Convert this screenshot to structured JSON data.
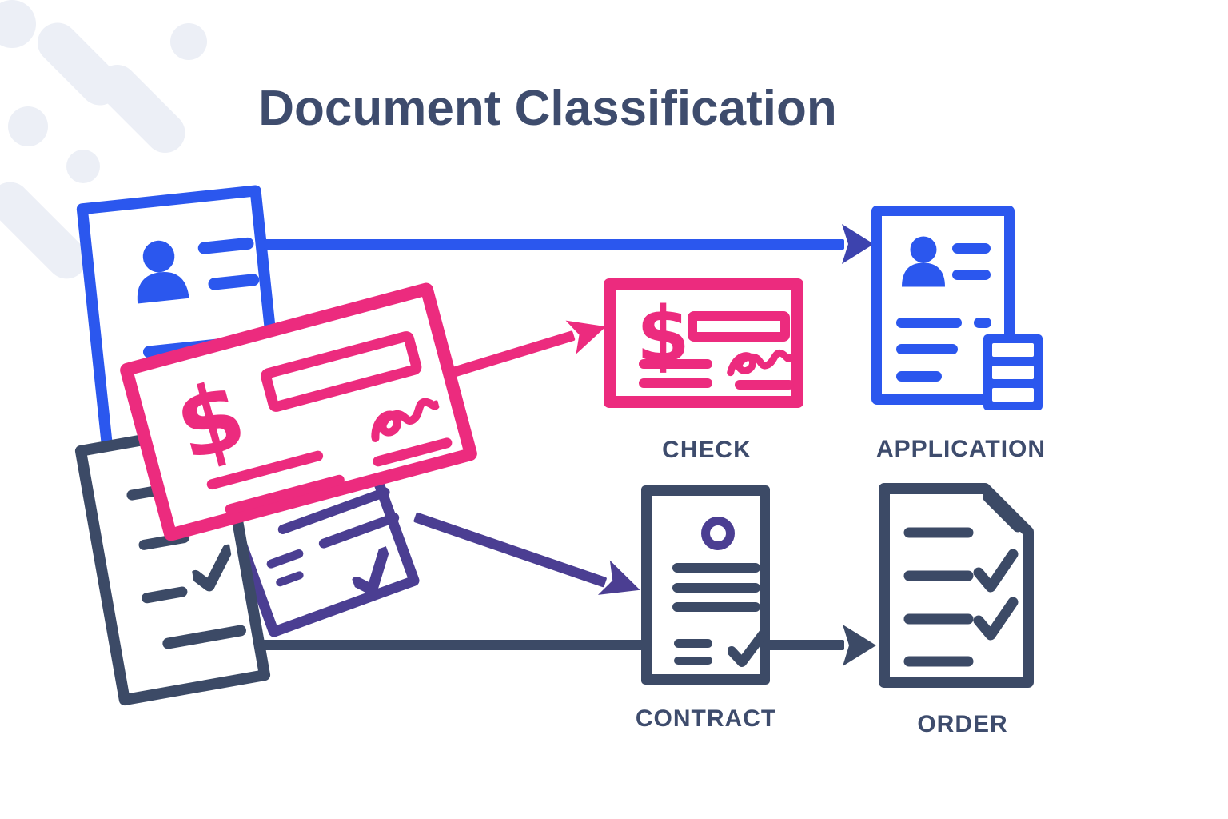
{
  "title": "Document Classification",
  "currency_symbol": "$",
  "palette": {
    "blue": "#2B57EE",
    "pink": "#EC2B7E",
    "navy": "#3C4A66",
    "purple": "#4B3E92",
    "arrowhead_indigo": "#3D43AE",
    "label_text": "#3E4C6D",
    "decoration": "#ECEFF6",
    "background": "#FFFFFF"
  },
  "sources": [
    {
      "type": "application",
      "color_key": "blue",
      "icons": [
        "person-icon",
        "text-lines"
      ]
    },
    {
      "type": "check",
      "color_key": "pink",
      "icons": [
        "dollar-sign",
        "amount-box",
        "signature"
      ]
    },
    {
      "type": "contract",
      "color_key": "purple",
      "icons": [
        "text-lines",
        "checkmark"
      ]
    },
    {
      "type": "order",
      "color_key": "navy",
      "icons": [
        "text-lines",
        "checkmark"
      ]
    }
  ],
  "outputs": {
    "check": {
      "label": "CHECK",
      "color_key": "pink"
    },
    "application": {
      "label": "APPLICATION",
      "color_key": "blue"
    },
    "contract": {
      "label": "CONTRACT",
      "color_key": "navy"
    },
    "order": {
      "label": "ORDER",
      "color_key": "navy"
    }
  },
  "flows": [
    {
      "from": "source-application",
      "to": "application",
      "arrow_color": "blue",
      "head_color": "arrowhead_indigo"
    },
    {
      "from": "source-check",
      "to": "check",
      "arrow_color": "pink",
      "head_color": "pink"
    },
    {
      "from": "source-contract",
      "to": "contract",
      "arrow_color": "purple",
      "head_color": "purple"
    },
    {
      "from": "source-order",
      "to": "order",
      "arrow_color": "navy",
      "head_color": "navy"
    }
  ]
}
